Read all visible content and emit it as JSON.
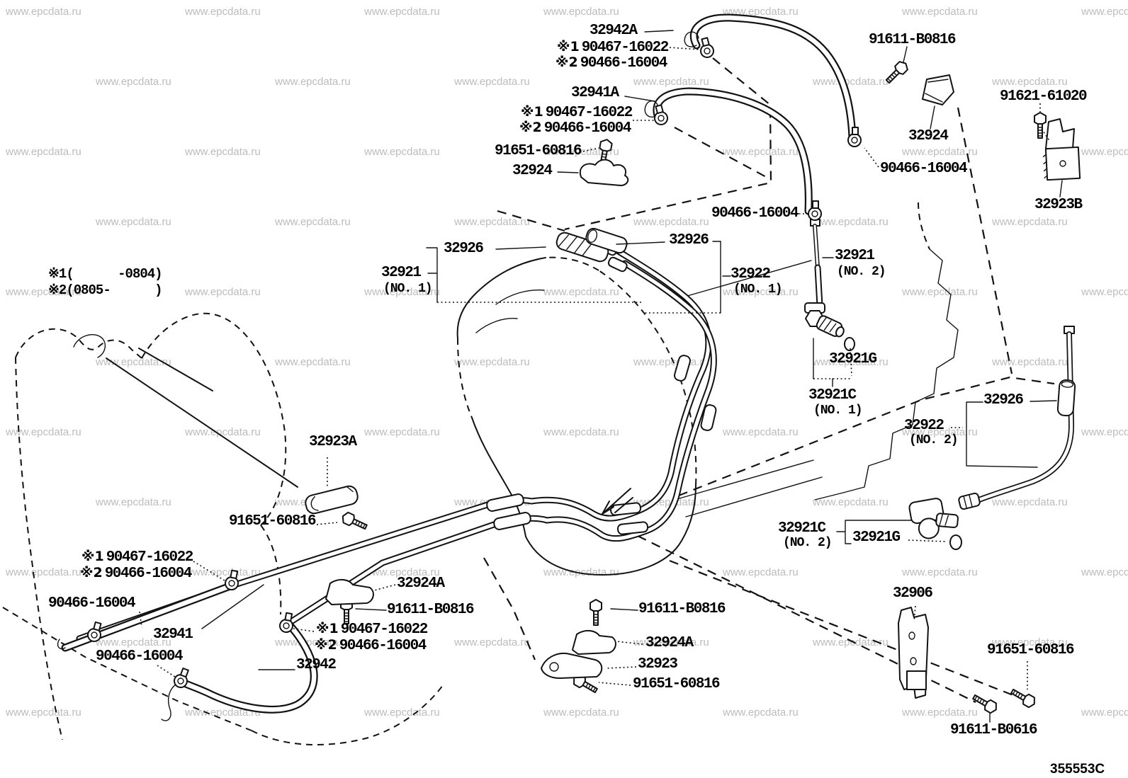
{
  "watermark": {
    "text": "www.epcdata.ru"
  },
  "notes": {
    "n1_marker": "※1",
    "n1_text": "(      -0804)",
    "n2_marker": "※2",
    "n2_text": "(0805-      )"
  },
  "footer": {
    "code": "355553C"
  },
  "labels": {
    "p32942A": {
      "text": "32942A"
    },
    "x1_top_a": {
      "marker": "※1",
      "text": "90467-16022"
    },
    "x2_top_a": {
      "marker": "※2",
      "text": "90466-16004"
    },
    "p32941A": {
      "text": "32941A"
    },
    "x1_top_b": {
      "marker": "※1",
      "text": "90467-16022"
    },
    "x2_top_b": {
      "marker": "※2",
      "text": "90466-16004"
    },
    "p91651_top": {
      "text": "91651-60816"
    },
    "p32924_left": {
      "text": "32924"
    },
    "p91611_topright": {
      "text": "91611-B0816"
    },
    "p91621": {
      "text": "91621-61020"
    },
    "p32924_right": {
      "text": "32924"
    },
    "p32923B": {
      "text": "32923B"
    },
    "p90466_right": {
      "text": "90466-16004"
    },
    "p90466_mid": {
      "text": "90466-16004"
    },
    "p32926_left": {
      "text": "32926"
    },
    "p32926_mid": {
      "text": "32926"
    },
    "p32921_no1": {
      "text": "32921",
      "sub": "(NO. 1)"
    },
    "p32922_no1": {
      "text": "32922",
      "sub": "(NO. 1)"
    },
    "p32921_no2": {
      "text": "32921",
      "sub": "(NO. 2)"
    },
    "p32921G_no1": {
      "text": "32921G"
    },
    "p32921C_no1": {
      "text": "32921C",
      "sub": "(NO. 1)"
    },
    "p32926_right": {
      "text": "32926"
    },
    "p32922_no2": {
      "text": "32922",
      "sub": "(NO. 2)"
    },
    "p32921C_no2": {
      "text": "32921C",
      "sub": "(NO. 2)"
    },
    "p32921G_no2": {
      "text": "32921G"
    },
    "p32923A": {
      "text": "32923A"
    },
    "p91651_left": {
      "text": "91651-60816"
    },
    "x1_botleft": {
      "marker": "※1",
      "text": "90467-16022"
    },
    "x2_botleft": {
      "marker": "※2",
      "text": "90466-16004"
    },
    "p90466_botleft1": {
      "text": "90466-16004"
    },
    "p32941": {
      "text": "32941"
    },
    "p90466_botleft2": {
      "text": "90466-16004"
    },
    "p32942": {
      "text": "32942"
    },
    "p32924A_1": {
      "text": "32924A"
    },
    "p91611_botmid": {
      "text": "91611-B0816"
    },
    "x1_botmid": {
      "marker": "※1",
      "text": "90467-16022"
    },
    "x2_botmid": {
      "marker": "※2",
      "text": "90466-16004"
    },
    "p91611_botright": {
      "text": "91611-B0816"
    },
    "p32924A_2": {
      "text": "32924A"
    },
    "p32923": {
      "text": "32923"
    },
    "p91651_botmid": {
      "text": "91651-60816"
    },
    "p32906": {
      "text": "32906"
    },
    "p91651_botright": {
      "text": "91651-60816"
    },
    "p91611_B0616": {
      "text": "91611-B0616"
    }
  }
}
